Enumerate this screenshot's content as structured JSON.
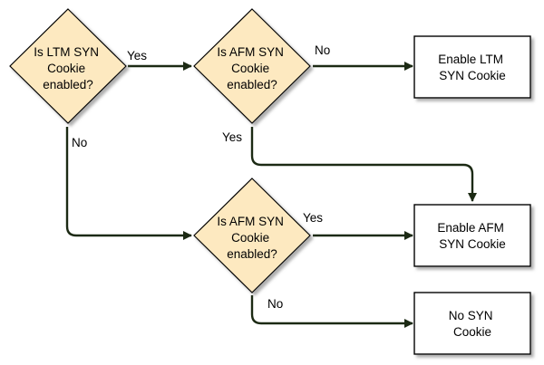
{
  "colors": {
    "decision_fill": "#fde9c0",
    "decision_stroke": "#000000",
    "box_fill": "#ffffff",
    "box_stroke": "#000000",
    "edge_stroke": "#1c2a14",
    "shadow": "#9a9a9a"
  },
  "nodes": {
    "ltm_decision": {
      "lines": [
        "Is LTM SYN",
        "Cookie",
        "enabled?"
      ]
    },
    "afm_decision_top": {
      "lines": [
        "Is AFM SYN",
        "Cookie",
        "enabled?"
      ]
    },
    "afm_decision_bottom": {
      "lines": [
        "Is AFM SYN",
        "Cookie",
        "enabled?"
      ]
    },
    "enable_ltm": {
      "lines": [
        "Enable LTM",
        "SYN Cookie"
      ]
    },
    "enable_afm": {
      "lines": [
        "Enable AFM",
        "SYN Cookie"
      ]
    },
    "no_syn": {
      "lines": [
        "No SYN",
        "Cookie"
      ]
    }
  },
  "edges": {
    "ltm_yes": "Yes",
    "ltm_no": "No",
    "afm_top_no": "No",
    "afm_top_yes": "Yes",
    "afm_bottom_yes": "Yes",
    "afm_bottom_no": "No"
  }
}
